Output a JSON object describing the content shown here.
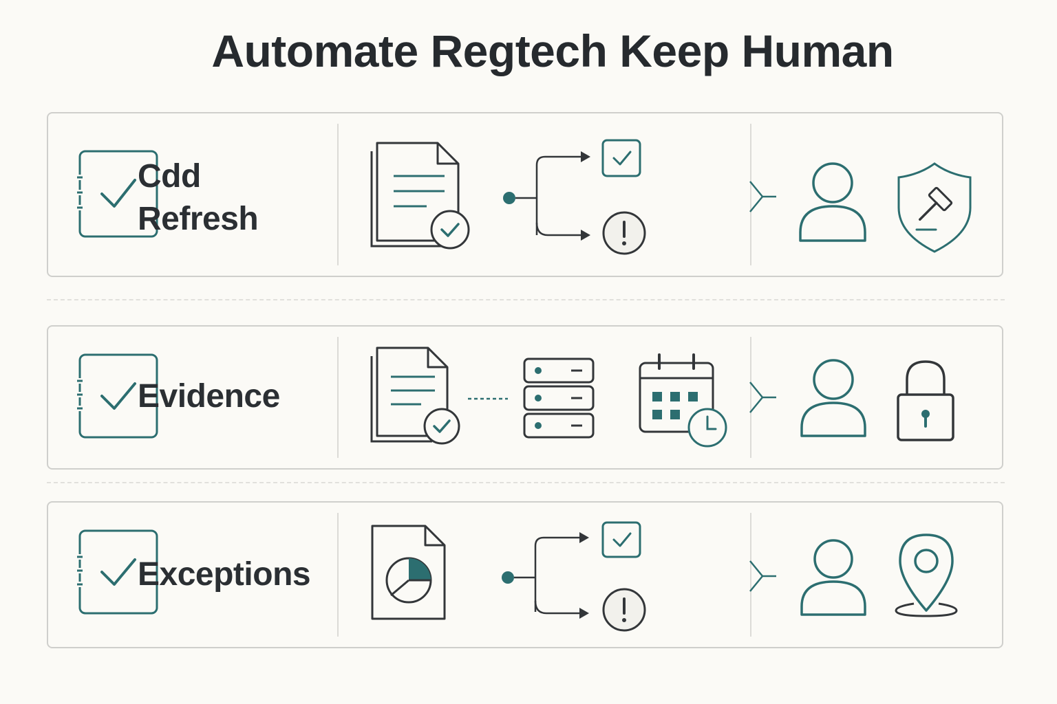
{
  "title": "Automate Regtech Keep Human",
  "colors": {
    "teal": "#2c6e70",
    "dark": "#333639",
    "border": "#cfcfcc",
    "background": "#fbfaf6"
  },
  "rows": [
    {
      "label_lines": [
        "Cdd",
        "Refresh"
      ],
      "icons": [
        "checklist-icon",
        "document-check-icon",
        "branch-arrows-icon",
        "check-box-icon",
        "alert-icon",
        "chevron-icon",
        "person-icon",
        "shield-gavel-icon"
      ]
    },
    {
      "label_lines": [
        "Evidence"
      ],
      "icons": [
        "checklist-icon",
        "document-check-icon",
        "dotted-connector-icon",
        "database-icon",
        "calendar-clock-icon",
        "chevron-icon",
        "person-icon",
        "padlock-icon"
      ]
    },
    {
      "label_lines": [
        "Exceptions"
      ],
      "icons": [
        "checklist-icon",
        "report-pie-icon",
        "branch-arrows-icon",
        "check-box-icon",
        "alert-icon",
        "chevron-icon",
        "person-icon",
        "location-pin-icon"
      ]
    }
  ]
}
